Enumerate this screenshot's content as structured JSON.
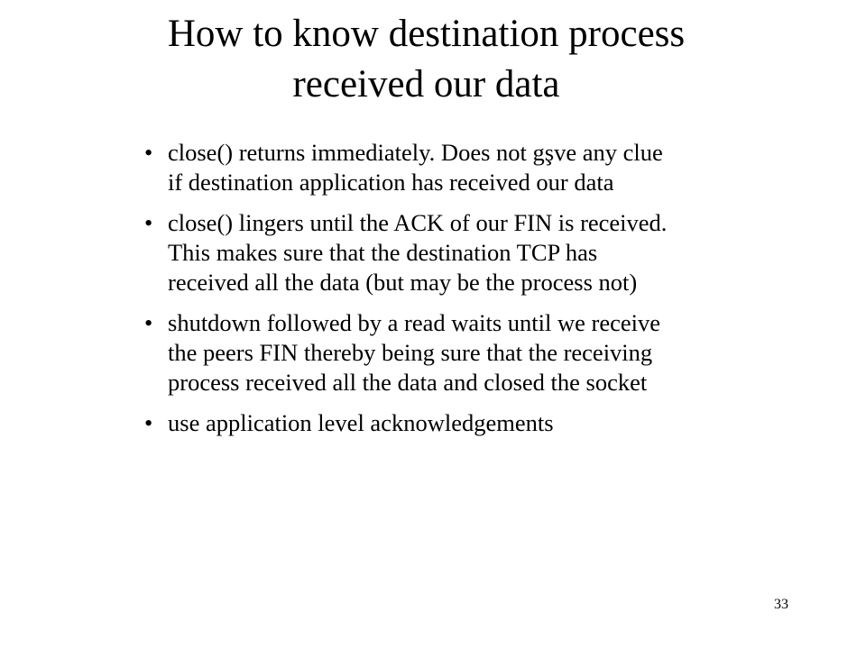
{
  "slide": {
    "title_lines": [
      "How to know destination process",
      "received our data"
    ],
    "bullet_marker": "•",
    "bullets": [
      {
        "lines": [
          "close() returns immediately. Does not gşve any clue",
          "if destination application has received our data"
        ]
      },
      {
        "lines": [
          "close() lingers until the ACK of our FIN is received.",
          "This makes sure that the destination TCP has",
          "received all the data (but may be the process not)"
        ]
      },
      {
        "lines": [
          "shutdown followed by a read waits until we receive",
          "the peers FIN thereby being sure that the receiving",
          "process received all the data and closed the socket"
        ]
      },
      {
        "lines": [
          "use application level acknowledgements"
        ]
      }
    ],
    "page_number": "33"
  }
}
